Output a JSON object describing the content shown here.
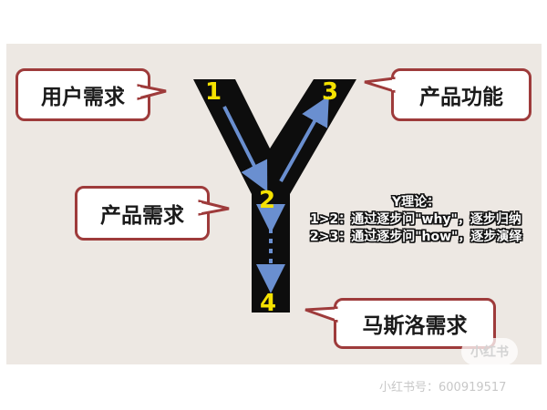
{
  "callouts": {
    "user_need": "用户需求",
    "product_feature": "产品功能",
    "product_need": "产品需求",
    "maslow_need": "马斯洛需求"
  },
  "nodes": {
    "n1": "1",
    "n2": "2",
    "n3": "3",
    "n4": "4"
  },
  "theory": {
    "title": "Y理论：",
    "line1": "1>2：通过逐步问\"why\"，逐步归纳",
    "line2": "2>3：通过逐步问\"how\"，逐步演绎"
  },
  "watermark": {
    "badge": "小红书",
    "text": "小红书号：600919517"
  },
  "colors": {
    "background": "#ede8e3",
    "y_shape": "#0d0d0d",
    "node_numbers": "#f5e200",
    "arrows": "#6a8fd0",
    "callout_border": "#9e3b3b"
  }
}
